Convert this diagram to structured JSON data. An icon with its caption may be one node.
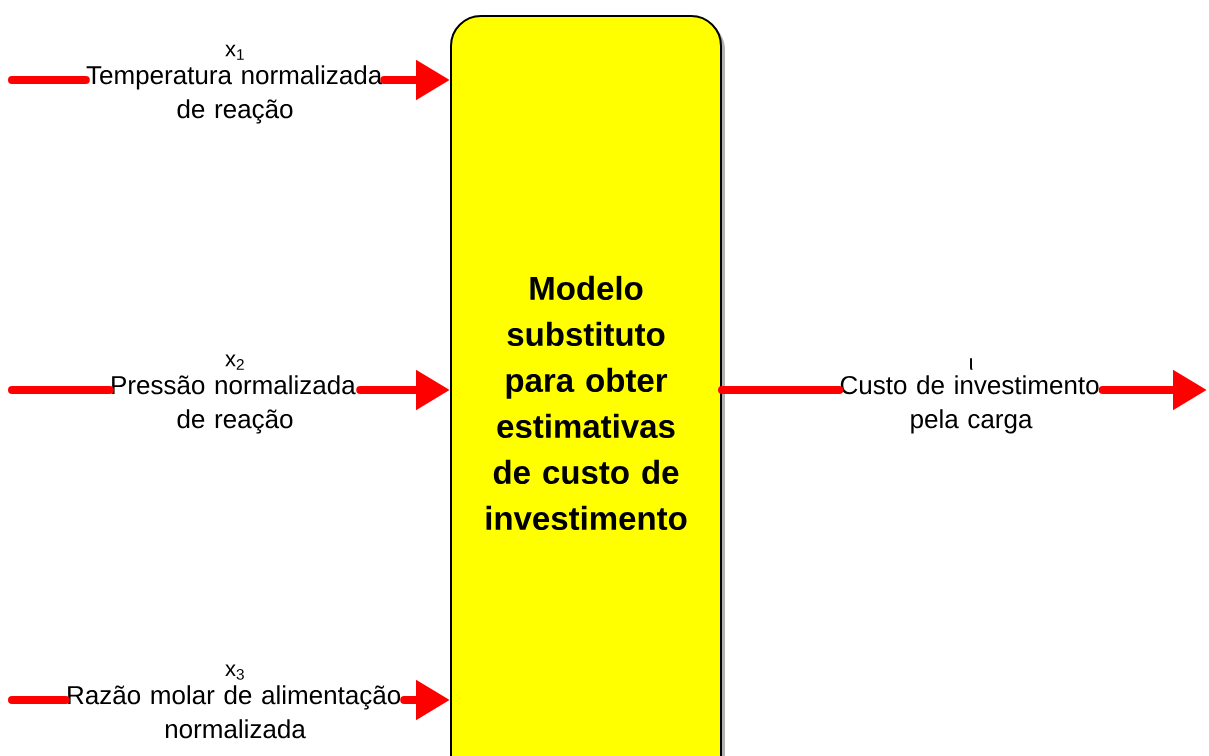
{
  "diagram": {
    "nodes": [
      {
        "text": [
          "Modelo substituto para obter estimativas de custo de investimento"
        ]
      },
      {
        "text": [
          "x$_{1}$",
          "Temperatura normalizada de reação"
        ]
      },
      {
        "text": [
          "x$_{2}$",
          "Pressão normalizada de reação"
        ]
      },
      {
        "text": [
          "x$_{3}$",
          "Razão molar de alimentação normalizada"
        ]
      },
      {
        "text": [
          "ι",
          "Custo de investimento pela carga"
        ]
      }
    ],
    "edges": [
      {
        "from": null,
        "to": 1,
        "arrow": "none"
      },
      {
        "from": 1,
        "to": 0,
        "arrow": "to"
      },
      {
        "from": null,
        "to": 2,
        "arrow": "none"
      },
      {
        "from": 2,
        "to": 0,
        "arrow": "to"
      },
      {
        "from": null,
        "to": 3,
        "arrow": "none"
      },
      {
        "from": 3,
        "to": 0,
        "arrow": "to"
      },
      {
        "from": 0,
        "to": 4,
        "arrow": "none"
      },
      {
        "from": 4,
        "to": null,
        "arrow": "to"
      }
    ]
  }
}
